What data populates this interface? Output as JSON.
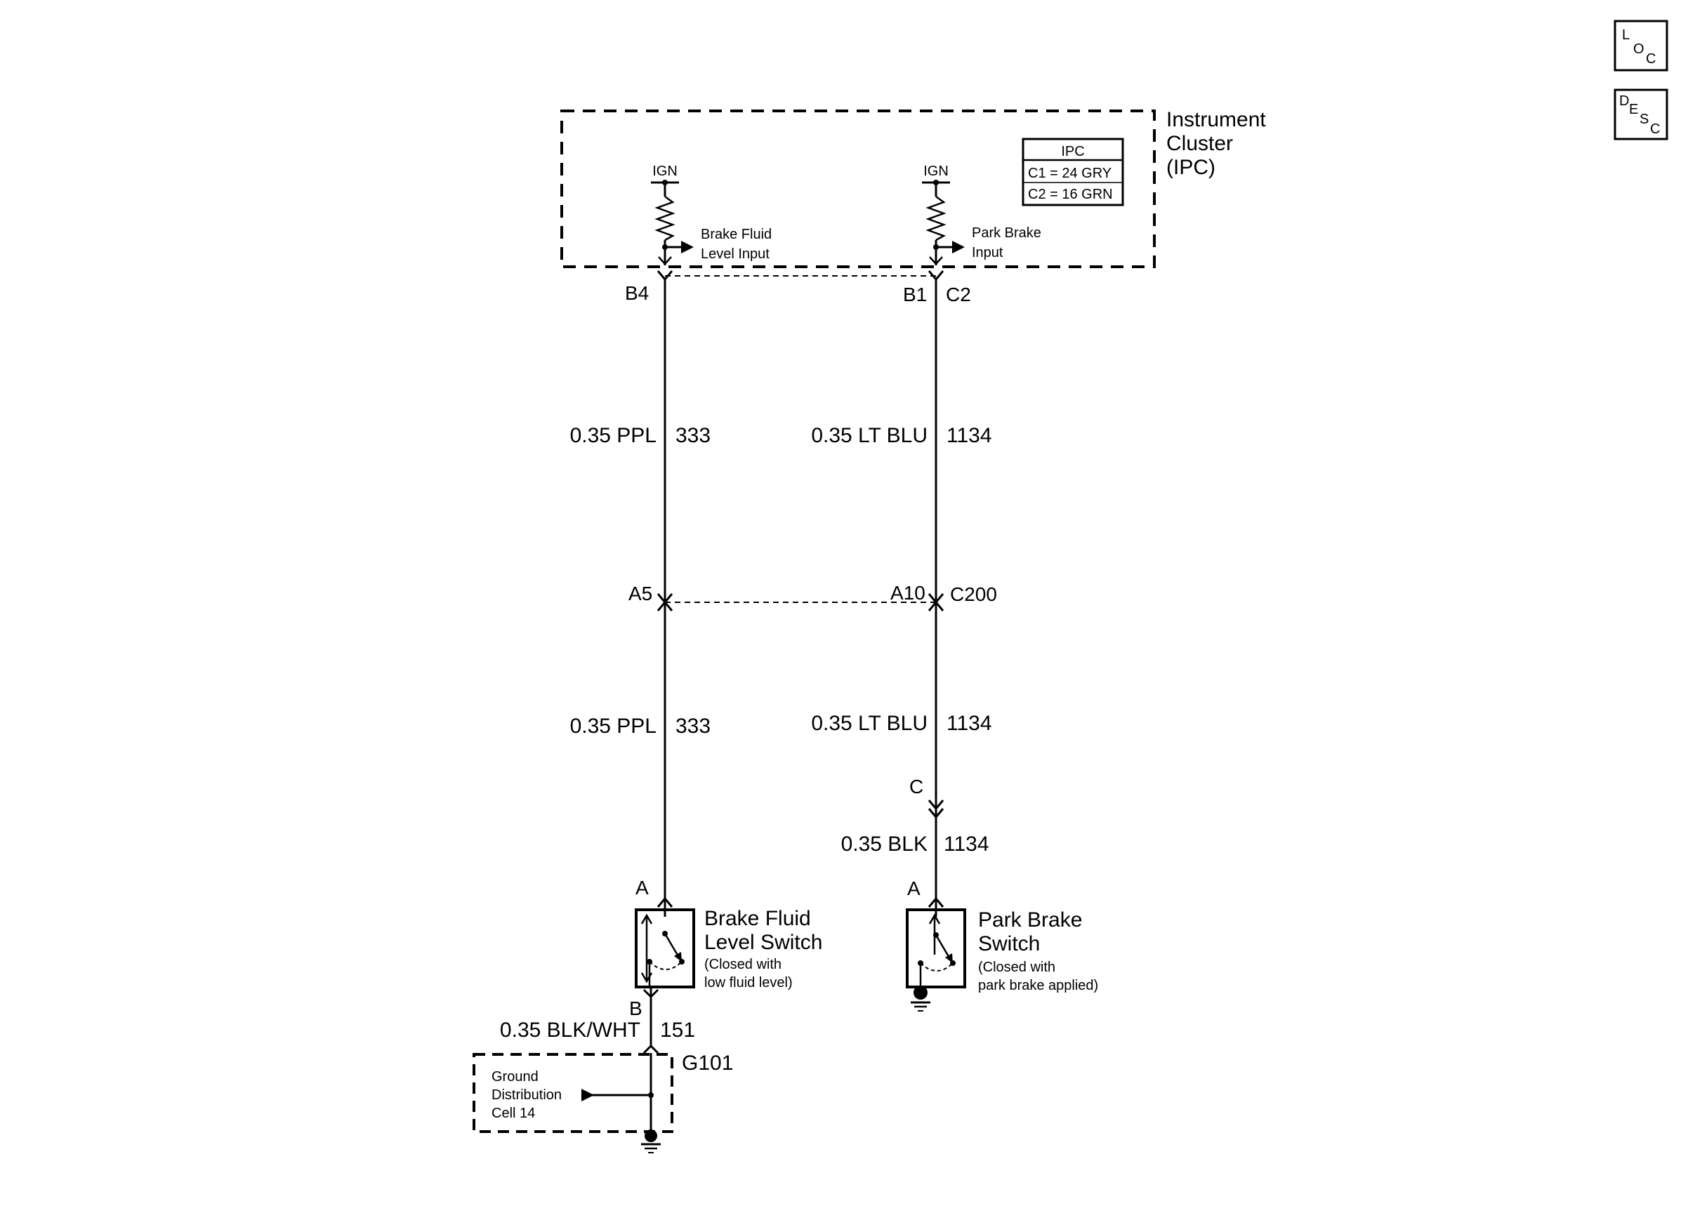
{
  "nav": {
    "loc_button": [
      "L",
      "O",
      "C"
    ],
    "desc_button": [
      "D",
      "E",
      "S",
      "C"
    ]
  },
  "ipc": {
    "label_line1": "Instrument",
    "label_line2": "Cluster",
    "label_line3": "(IPC)",
    "table": {
      "header": "IPC",
      "row1": "C1 = 24 GRY",
      "row2": "C2 = 16 GRN"
    },
    "left_ign": "IGN",
    "right_ign": "IGN",
    "left_input_line1": "Brake Fluid",
    "left_input_line2": "Level Input",
    "right_input_line1": "Park Brake",
    "right_input_line2": "Input",
    "pin_left": "B4",
    "pin_right": "B1",
    "connector": "C2"
  },
  "wires": {
    "left_upper": {
      "spec": "0.35 PPL",
      "circuit": "333"
    },
    "right_upper": {
      "spec": "0.35 LT BLU",
      "circuit": "1134"
    },
    "left_lower": {
      "spec": "0.35 PPL",
      "circuit": "333"
    },
    "right_lower": {
      "spec": "0.35 LT BLU",
      "circuit": "1134"
    },
    "right_bottom": {
      "spec": "0.35 BLK",
      "circuit": "1134"
    },
    "ground": {
      "spec": "0.35 BLK/WHT",
      "circuit": "151"
    }
  },
  "c200": {
    "pin_left": "A5",
    "pin_right": "A10",
    "name": "C200"
  },
  "inline_pin": "C",
  "brake_fluid_switch": {
    "pin_top": "A",
    "pin_bottom": "B",
    "name_line1": "Brake Fluid",
    "name_line2": "Level Switch",
    "note_line1": "(Closed with",
    "note_line2": " low fluid level)"
  },
  "park_brake_switch": {
    "pin_top": "A",
    "name_line1": "Park Brake",
    "name_line2": "Switch",
    "note_line1": "(Closed with",
    "note_line2": " park brake applied)"
  },
  "ground_block": {
    "name": "G101",
    "line1": "Ground",
    "line2": "Distribution",
    "line3": "Cell 14"
  }
}
